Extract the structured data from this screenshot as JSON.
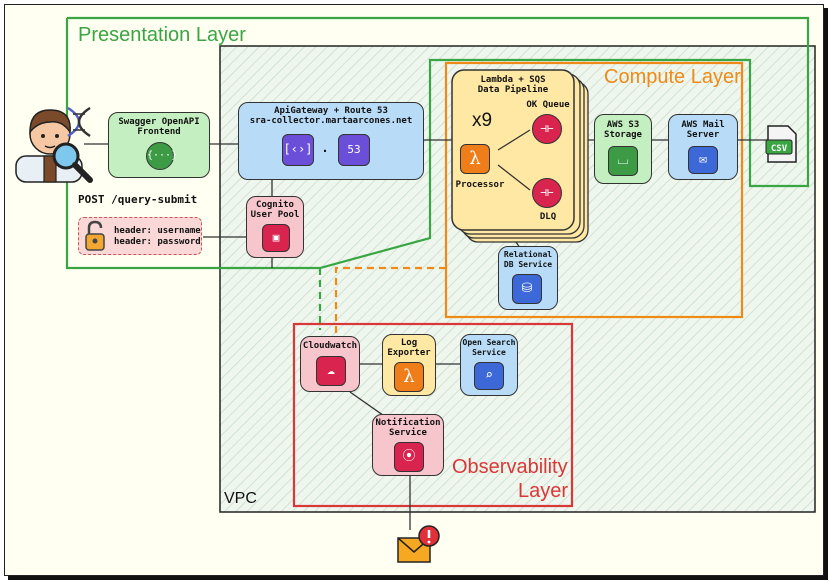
{
  "layers": {
    "presentation": "Presentation Layer",
    "compute": "Compute Layer",
    "observability_line1": "Observability",
    "observability_line2": "Layer",
    "vpc": "VPC"
  },
  "nodes": {
    "swagger": {
      "line1": "Swagger OpenAPI",
      "line2": "Frontend"
    },
    "apigw": {
      "line1": "ApiGateway + Route 53",
      "line2": "sra-collector.martaarcones.net"
    },
    "cognito": {
      "line1": "Cognito",
      "line2": "User Pool"
    },
    "pipeline": {
      "line1": "Lambda + SQS",
      "line2": "Data Pipeline",
      "multiplier": "x9"
    },
    "ok_queue": "OK Queue",
    "processor": "Processor",
    "dlq": "DLQ",
    "s3": {
      "line1": "AWS S3",
      "line2": "Storage"
    },
    "mail": {
      "line1": "AWS Mail",
      "line2": "Server"
    },
    "rds": {
      "line1": "Relational",
      "line2": "DB Service"
    },
    "cloudwatch": "Cloudwatch",
    "log_exporter": {
      "line1": "Log",
      "line2": "Exporter"
    },
    "opensearch": {
      "line1": "Open Search",
      "line2": "Service"
    },
    "notification": {
      "line1": "Notification",
      "line2": "Service"
    }
  },
  "request": {
    "endpoint": "POST /query-submit",
    "header1": "header: username",
    "header2": "header: password"
  },
  "file_badge": "CSV",
  "colors": {
    "presentation": "#3aa543",
    "compute": "#ef8a17",
    "observability": "#d93838",
    "green_node": "#c4efc0",
    "blue_node": "#b8dcf7",
    "pink_node": "#f6c6cc",
    "yellow_node": "#ffe8a3",
    "purple_icon": "#6b4fd8",
    "orange_icon": "#ef7d1a",
    "red_icon": "#d8244e",
    "green_icon": "#3e9b45",
    "blue_icon": "#3d68d8"
  },
  "icons": [
    "scientist-icon",
    "dna-icon",
    "magnifier-icon",
    "api-icon",
    "gateway-icon",
    "route53-icon",
    "cognito-icon",
    "lambda-icon",
    "sqs-icon",
    "s3-bucket-icon",
    "mail-icon",
    "rds-icon",
    "cloudwatch-icon",
    "opensearch-icon",
    "sns-icon",
    "padlock-icon",
    "csv-file-icon",
    "envelope-alert-icon"
  ]
}
